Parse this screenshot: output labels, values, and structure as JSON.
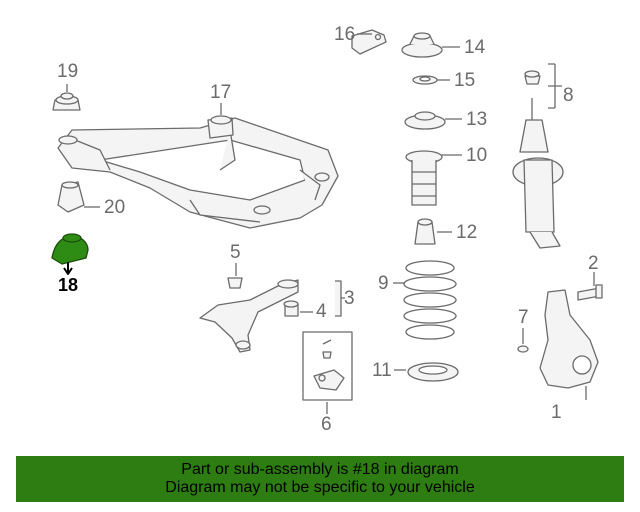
{
  "diagram": {
    "highlight_color": "#2e8b14",
    "part_color": "#f4f4f4",
    "line_color": "#6b6b6b",
    "callouts": {
      "c1": "1",
      "c2": "2",
      "c3": "3",
      "c4": "4",
      "c5": "5",
      "c6": "6",
      "c7": "7",
      "c8": "8",
      "c9": "9",
      "c10": "10",
      "c11": "11",
      "c12": "12",
      "c13": "13",
      "c14": "14",
      "c15": "15",
      "c16": "16",
      "c17": "17",
      "c18": "18",
      "c19": "19",
      "c20": "20"
    }
  },
  "banner": {
    "line1": "Part or sub-assembly is #18 in diagram",
    "line2": "Diagram may not be specific to your vehicle",
    "color": "#2e7d12"
  }
}
